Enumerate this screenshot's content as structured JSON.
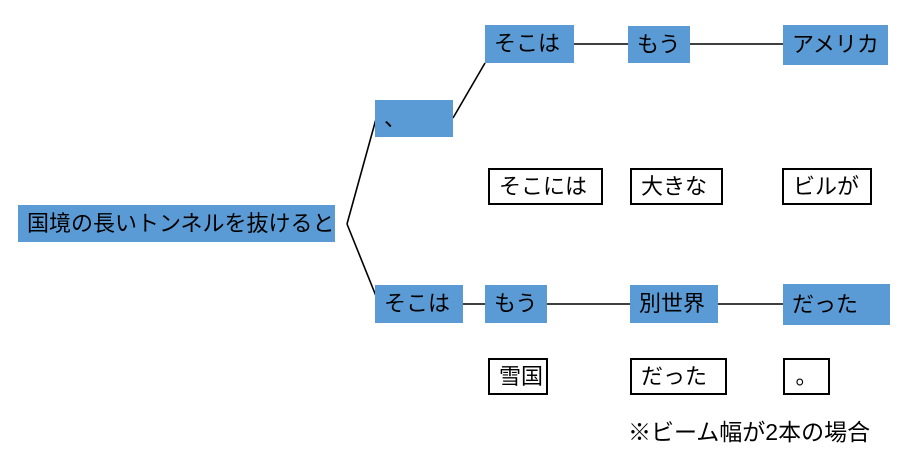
{
  "diagram": {
    "title_hint": "beam-search-tree",
    "root": "国境の長いトンネルを抜けると",
    "beams": [
      {
        "name": "beam-1",
        "nodes": [
          "、",
          "そこは",
          "もう",
          "アメリカ"
        ]
      },
      {
        "name": "beam-2",
        "nodes": [
          "そこは",
          "もう",
          "別世界",
          "だった"
        ]
      }
    ],
    "pruned_candidates": [
      {
        "row": "top",
        "nodes": [
          "そこには",
          "大きな",
          "ビルが"
        ]
      },
      {
        "row": "bottom",
        "nodes": [
          "雪国",
          "だった",
          "。"
        ]
      }
    ],
    "footnote": "※ビーム幅が2本の場合",
    "colors": {
      "node_fill": "#5B9BD5",
      "node_text": "#000000",
      "line": "#000000",
      "candidate_border": "#000000",
      "background": "#FFFFFF"
    }
  }
}
